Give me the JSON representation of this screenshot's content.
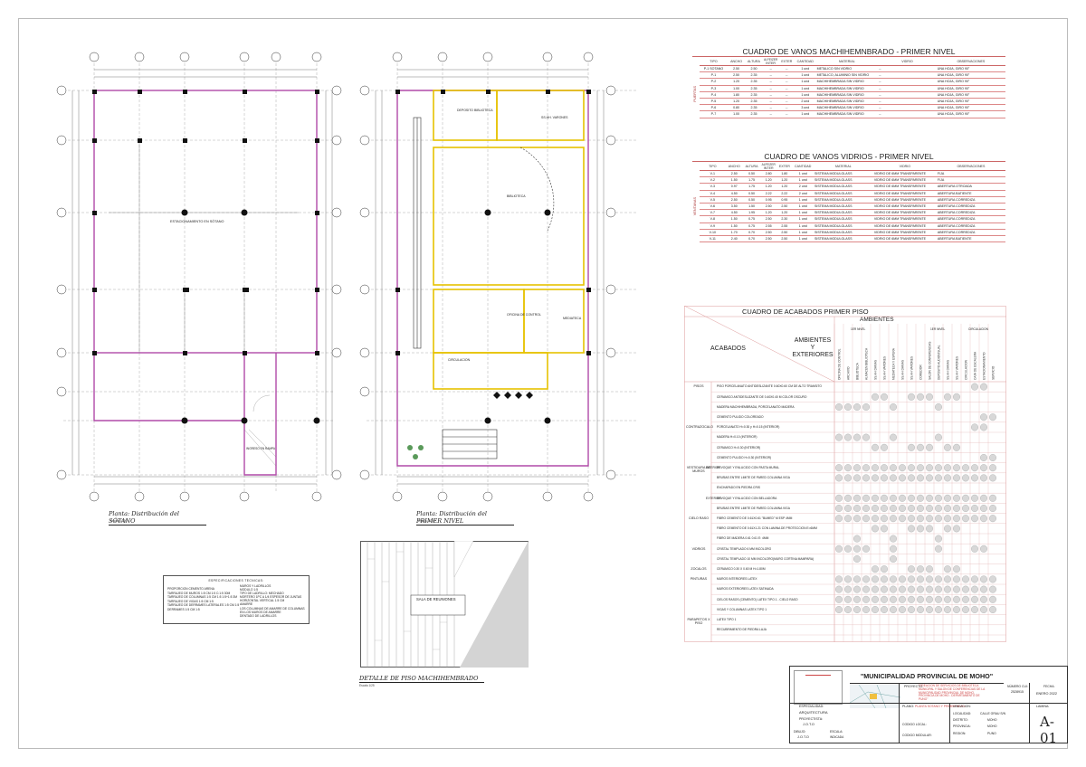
{
  "plans": {
    "basement": {
      "caption": "Planta: Distribución del SÓTANO",
      "scale": "Escala 1:100",
      "room_label": "ESTACIONAMIENTO EN SÓTANO",
      "ramp_label": "INGRESO EN RAMPA",
      "column_letters": [
        "A",
        "B",
        "C",
        "D",
        "E",
        "F",
        "G"
      ],
      "row_numbers": [
        "1",
        "2",
        "3",
        "4",
        "5",
        "6",
        "7",
        "8"
      ]
    },
    "first_floor": {
      "caption": "Planta: Distribución del PRIMER NIVEL",
      "scale": "Escala 1:100",
      "rooms": [
        "DEPOSITO BIBLIOTECA",
        "SS.HH. VARONES",
        "BIBLIOTECA",
        "OFICINA DE CONTROL",
        "MEDIATECA",
        "CIRCULACION"
      ]
    },
    "detail": {
      "caption": "DETALLE DE PISO MACHIHEMBRADO",
      "scale": "Escala 1/25",
      "room_label": "SALA DE REUNIONES"
    }
  },
  "specs": {
    "title": "ESPECIFICACIONES TECNICAS:",
    "lines_left": [
      "PROPORCION CEMENTO ARENA",
      "TARRAJEO DE MUROS 1:5 CM 1:5 C:1:5 30M",
      "TARRAJEO DE COLUMNAS 1:5 CM 1:5 1:5+1:5 3M",
      "TARRAJEO DE VIGAS 1:5 CM 1:5",
      "TARRAJEO DE DERRAMES LATERALES 1:5 CM 1:5",
      "DERRAMES 1:5 CM 1:5"
    ],
    "lines_right": [
      "MUROS Y LADRILLOS",
      "MODULO 1:5",
      "TIPO DE LADRILLO: MECHADO",
      "MORTERO 1PC A 1/4 ESPESOR DE JUNTAS",
      "HORIZONTAL VERTICAL 1.5 CM",
      "AMARRE",
      "LOS COLUMNAS DE AMARRE DE COLUMNAS",
      "EN LOS MUROS DE AMARRE",
      "DENTADO DE LADRILLOS"
    ]
  },
  "vanos_machihembrado": {
    "title": "CUADRO DE VANOS MACHIHEMNBRADO - PRIMER NIVEL",
    "group_label": "PUERTAS",
    "headers": [
      "TIPO",
      "ANCHO",
      "ALTURA",
      "INTER",
      "EXTER",
      "CANTIDAD",
      "MATERIAL",
      "VIDRIO",
      "OBSERVACIONES"
    ],
    "alfeizer_label": "ALFEIZER",
    "rows": [
      [
        "P-1 SOTANO",
        "2.50",
        "2.50",
        "--",
        "--",
        "1 und",
        "METALICO SIN VIDRIO",
        "--",
        "UNA HOJA, GIRO 90°"
      ],
      [
        "P-1",
        "2.50",
        "2.35",
        "--",
        "--",
        "1 und",
        "METALICO, ALUMINIO SIN VIDRIO",
        "--",
        "UNA HOJA, GIRO 90°"
      ],
      [
        "P-2",
        "1.20",
        "2.35",
        "--",
        "--",
        "1 und",
        "MACHIHEMBRADA SIN VIDRIO",
        "--",
        "UNA HOJA, GIRO 90°"
      ],
      [
        "P-3",
        "1.00",
        "2.35",
        "--",
        "--",
        "1 und",
        "MACHIHEMBRADA SIN VIDRIO",
        "--",
        "UNA HOJA, GIRO 90°"
      ],
      [
        "P-4",
        "1.80",
        "2.35",
        "--",
        "--",
        "1 und",
        "MACHIHEMBRADA SIN VIDRIO",
        "--",
        "UNA HOJA, GIRO 90°"
      ],
      [
        "P-5",
        "1.20",
        "2.35",
        "--",
        "--",
        "2 und",
        "MACHIHEMBRADA SIN VIDRIO",
        "--",
        "UNA HOJA, GIRO 90°"
      ],
      [
        "P-6",
        "0.80",
        "2.35",
        "--",
        "--",
        "3 und",
        "MACHIHEMBRADA SIN VIDRIO",
        "--",
        "UNA HOJA, GIRO 90°"
      ],
      [
        "P-7",
        "1.00",
        "2.35",
        "--",
        "--",
        "1 und",
        "MACHIHEMBRADA SIN VIDRIO",
        "--",
        "UNA HOJA, GIRO 90°"
      ]
    ]
  },
  "vanos_vidrios": {
    "title": "CUADRO DE VANOS VIDRIOS - PRIMER NIVEL",
    "group_label": "VENTANAS",
    "headers": [
      "TIPO",
      "ANCHO",
      "ALTURA",
      "INTER",
      "EXTER",
      "CANTIDAD",
      "MATERIAL",
      "VIDRIO",
      "OBSERVACIONES"
    ],
    "alfeizer_label": "ALFEIZER",
    "rows": [
      [
        "V-1",
        "2.50",
        "0.50",
        "2.80",
        "1.80",
        "1 und",
        "SISTEMA MODULGLASS",
        "VIDRIO DE 6MM TRANSPARENTE",
        "FIJA"
      ],
      [
        "V-2",
        "1.50",
        "1.75",
        "1.20",
        "1.20",
        "1 und",
        "SISTEMA MODULGLASS",
        "VIDRIO DE 6MM TRANSPARENTE",
        "FIJA"
      ],
      [
        "V-3",
        "0.97",
        "1.75",
        "1.20",
        "1.20",
        "2 und",
        "SISTEMA MODULGLASS",
        "VIDRIO DE 6MM TRANSPARENTE",
        "ABERTURA OTROADA"
      ],
      [
        "V-4",
        "4.50",
        "0.50",
        "2.22",
        "2.22",
        "2 und",
        "SISTEMA MODULGLASS",
        "VIDRIO DE 6MM TRANSPARENTE",
        "ABERTURA BATIENTE"
      ],
      [
        "V-5",
        "2.50",
        "0.50",
        "0.95",
        "0.95",
        "1 und",
        "SISTEMA MODULGLASS",
        "VIDRIO DE 6MM TRANSPARENTE",
        "ABERTURA CORREDIZA"
      ],
      [
        "V-6",
        "3.50",
        "1.50",
        "2.50",
        "2.50",
        "1 und",
        "SISTEMA MODULGLASS",
        "VIDRIO DE 6MM TRANSPARENTE",
        "ABERTURA CORREDIZA"
      ],
      [
        "V-7",
        "4.50",
        "1.95",
        "1.20",
        "1.20",
        "1 und",
        "SISTEMA MODULGLASS",
        "VIDRIO DE 6MM TRANSPARENTE",
        "ABERTURA CORREDIZA"
      ],
      [
        "V-8",
        "1.50",
        "0.75",
        "2.50",
        "2.30",
        "1 und",
        "SISTEMA MODULGLASS",
        "VIDRIO DE 6MM TRANSPARENTE",
        "ABERTURA CORREDIZA"
      ],
      [
        "V-9",
        "1.50",
        "0.75",
        "2.55",
        "2.55",
        "1 und",
        "SISTEMA MODULGLASS",
        "VIDRIO DE 6MM TRANSPARENTE",
        "ABERTURA CORREDIZA"
      ],
      [
        "V-10",
        "1.70",
        "0.70",
        "2.50",
        "2.50",
        "1 und",
        "SISTEMA MODULGLASS",
        "VIDRIO DE 6MM TRANSPARENTE",
        "ABERTURA CORREDIZA"
      ],
      [
        "V-11",
        "2.40",
        "0.70",
        "2.50",
        "2.50",
        "1 und",
        "SISTEMA MODULGLASS",
        "VIDRIO DE 6MM TRANSPARENTE",
        "ABERTURA BATIENTE"
      ]
    ]
  },
  "acabados": {
    "title": "CUADRO DE ACABADOS PRIMER PISO",
    "ambientes_label": "AMBIENTES",
    "acabados_label": "ACABADOS",
    "amb_ext_label": "AMBIENTES Y EXTERIORES",
    "level1_label": "1ER NIVEL",
    "level2_label": "1ER NIVEL",
    "circ_label": "CIRCULACION",
    "rooms": [
      "OFICINA DE CONTROL",
      "ARCHIVO",
      "BIBLIOTECA",
      "ALMACEN BIBLIOTECA",
      "SS.HH DAMAS",
      "SS.HH VARONES",
      "MEDIATECA Y ESPERA",
      "SS.HH DAMAS",
      "SS.HH VARONES",
      "COMEDOR",
      "SALON DE CONFERENCIAS",
      "DEPOSITO AUDIOVISUAL",
      "SS.HH DAMAS",
      "SS.HH VARONES",
      "CIRCULACION",
      "CAJA DE ESCALERA",
      "ESTACIONAMIENTO",
      "SERVICIO"
    ],
    "rows": [
      {
        "group": "PISOS",
        "sub": "",
        "item": "PISO PORCELANATO ANTIDESLIZANTE 0.60X0.60 CM DE ALTO TRANSITO",
        "dots": "000000000000000110"
      },
      {
        "group": "",
        "sub": "",
        "item": "CERAMICO ANTIDESLIZANTE DE 0.40X0.40 M COLOR OSCURO",
        "dots": "000011001110110000"
      },
      {
        "group": "",
        "sub": "",
        "item": "MADERA MACHIHEMBRADA, PORCELANATO MADERA",
        "dots": "111100100001000000"
      },
      {
        "group": "",
        "sub": "",
        "item": "CEMENTO PULIDO COLOREADO",
        "dots": "000000000000000011"
      },
      {
        "group": "CONTRAZOCALO",
        "sub": "",
        "item": "PORCELANATO   H=0.30 y H=0.15 (INTERIOR)",
        "dots": "000000000000000110"
      },
      {
        "group": "",
        "sub": "",
        "item": "MADERA   H=0.10 (INTERIOR)",
        "dots": "111100100001000000"
      },
      {
        "group": "",
        "sub": "",
        "item": "CERAMICO   H=0.30 (INTERIOR)",
        "dots": "000011001110110000"
      },
      {
        "group": "",
        "sub": "",
        "item": "CEMENTO PULIDO   H=0.30 (INTERIOR)",
        "dots": "000000000000000011"
      },
      {
        "group": "VESTIDURA DE MUROS",
        "sub": "INTERIOR",
        "item": "REVOQUE Y ENLUCIDO CON PASTA MURAL",
        "dots": "111111111111111111"
      },
      {
        "group": "",
        "sub": "",
        "item": "BRUÑAS ENTRE LIMITE DE PARED COLUMNA VIGA",
        "dots": "111111111111111111"
      },
      {
        "group": "",
        "sub": "",
        "item": "ENCHAPADO EN PIEDRA CRIS",
        "dots": "000000000000000000"
      },
      {
        "group": "",
        "sub": "EXTERIOR",
        "item": "REVOQUE Y ENLUCIDO CON BELLADORA",
        "dots": "111111111111111111"
      },
      {
        "group": "",
        "sub": "",
        "item": "BRUÑAS ENTRE LIMITE DE PARED COLUMNA VIGA",
        "dots": "111111111111111111"
      },
      {
        "group": "CIELO RASO",
        "sub": "",
        "item": "FIBRO CEMENTO DE 0.61X0.61 \"BUMED\" M ESP 4MM",
        "dots": "111111111111111111"
      },
      {
        "group": "",
        "sub": "",
        "item": "FIBRO CEMENTO DE 0.61X1.21 CON LAMINA DE PROTECCION E=6MM",
        "dots": "000011001110110000"
      },
      {
        "group": "",
        "sub": "",
        "item": "FIBRO DE MADERA 0.61 0.61 E: 4MM",
        "dots": "001000100001000000"
      },
      {
        "group": "VIDRIOS",
        "sub": "",
        "item": "CRISTAL TEMPLADO 6 MM INCOLORO",
        "dots": "111100100001000110"
      },
      {
        "group": "",
        "sub": "",
        "item": "CRISTAL TEMPLADO 10 MM INCOLORO(MURO CORTINA MAMPARA)",
        "dots": "001000100000000000"
      },
      {
        "group": "ZOCALOS",
        "sub": "",
        "item": "CERAMICO 0.30 X 0.60 M H=1.80M",
        "dots": "000011001110110000"
      },
      {
        "group": "PINTURAS",
        "sub": "",
        "item": "MUROS INTERIORES LATEX",
        "dots": "111111111111111111"
      },
      {
        "group": "",
        "sub": "",
        "item": "MUROS EXTERIORES LATEX SATINADA",
        "dots": "111111111111111111"
      },
      {
        "group": "",
        "sub": "",
        "item": "CIELOS RASOS (CEMENTO) LATEX TIPO 1 - CIELO RASO",
        "dots": "111111111111111111"
      },
      {
        "group": "",
        "sub": "",
        "item": "VIGAS Y COLUMNAS LATEX TIPO 1",
        "dots": "111111111111111111"
      },
      {
        "group": "PARAPETOS X PISO",
        "sub": "",
        "item": "LATEX TIPO 1",
        "dots": "000000000000000000"
      },
      {
        "group": "",
        "sub": "",
        "item": "RECUBRIMIENTO DE PIEDRA LAJA",
        "dots": "000000000000000000"
      }
    ]
  },
  "title_block": {
    "client": "\"MUNICIPALIDAD PROVINCIAL DE MOHO\"",
    "proyecto_label": "PROYECTO:",
    "proyecto": "\"CREACION DE SERVICIOS DE BIBLIOTECA MUNICIPAL Y SALON DE CONFERENCIAS DE LA MUNICIPALIDAD PROVINCIAL DE MOHO, PROVINCIA DE MOHO - DEPARTAMENTO DE PUNO\"",
    "plano_label": "PLANO:",
    "plano": "PLANTA SOTANO Y PRIMER NIVEL",
    "numero_label": "NÚMERO CUI:",
    "numero": "2528915",
    "fecha_label": "FECHA:",
    "fecha": "ENERO 2022",
    "especialidad_label": "ESPECIALIDAD:",
    "especialidad": "ARQUITECTURA",
    "proyectista_label": "PROYECTISTA:",
    "proyectista": "J.O.T.O",
    "dibujo_label": "DIBUJO:",
    "dibujo": "J.O.T.O",
    "escala_label": "ESCALA:",
    "escala": "INDICADA",
    "codigo_local_label": "CODIGO LOCAL:",
    "codigo_modular_label": "CODIGO MODULAR:",
    "ubicacion_label": "UBICACION:",
    "localidad_label": "LOCALIDAD:",
    "localidad": "CALLE GRAU S/N",
    "distrito_label": "DISTRITO:",
    "distrito": "MOHO",
    "provincia_label": "PROVINCIA:",
    "provincia": "MOHO",
    "region_label": "REGION:",
    "region": "PUNO",
    "lamina_label": "LAMINA:",
    "lamina": "A-01"
  }
}
